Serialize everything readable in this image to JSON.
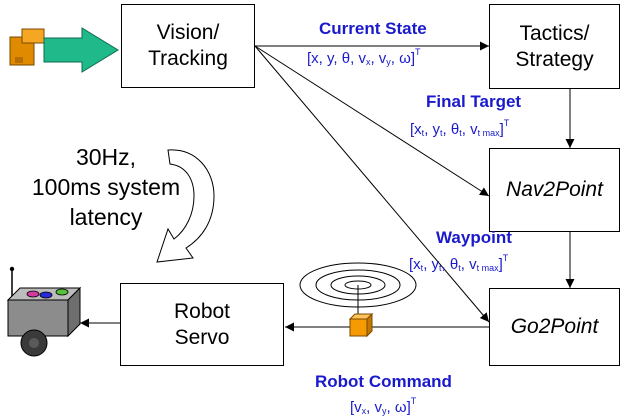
{
  "nodes": {
    "vision": {
      "line1": "Vision/",
      "line2": "Tracking"
    },
    "tactics": {
      "line1": "Tactics/",
      "line2": "Strategy"
    },
    "nav2point": {
      "label": "Nav2Point"
    },
    "go2point": {
      "label": "Go2Point"
    },
    "servo": {
      "line1": "Robot",
      "line2": "Servo"
    }
  },
  "edges": {
    "current_state": {
      "title": "Current State",
      "open": "[",
      "x": "x",
      "y": "y",
      "theta": "θ",
      "vx": "v",
      "vx_sub": "x",
      "vy": "v",
      "vy_sub": "y",
      "omega": "ω",
      "close": "]",
      "sup": "T"
    },
    "final_target": {
      "title": "Final Target",
      "open": "[",
      "x": "x",
      "x_sub": "t",
      "y": "y",
      "y_sub": "t",
      "theta": "θ",
      "theta_sub": "t",
      "v": "v",
      "v_sub": "t max",
      "close": "]",
      "sup": "T"
    },
    "waypoint": {
      "title": "Waypoint",
      "open": "[",
      "x": "x",
      "x_sub": "t",
      "y": "y",
      "y_sub": "t",
      "theta": "θ",
      "theta_sub": "t",
      "v": "v",
      "v_sub": "t max",
      "close": "]",
      "sup": "T"
    },
    "robot_command": {
      "title": "Robot Command",
      "open": "[",
      "vx": "v",
      "vx_sub": "x",
      "vy": "v",
      "vy_sub": "y",
      "omega": "ω",
      "close": "]",
      "sup": "T"
    }
  },
  "loop_note": {
    "line1": "30Hz,",
    "line2": "100ms system",
    "line3": "latency"
  },
  "colors": {
    "label_blue": "#1a1acc",
    "camera_orange": "#e08a00",
    "camera_arrow_green": "#1fb98a",
    "robot_body_gray": "#8c8c8c",
    "transmitter_orange": "#f59a00"
  },
  "icons": [
    "camera-icon",
    "robot-icon",
    "transmitter-icon",
    "radio-waves-icon",
    "loop-arrow-icon"
  ]
}
